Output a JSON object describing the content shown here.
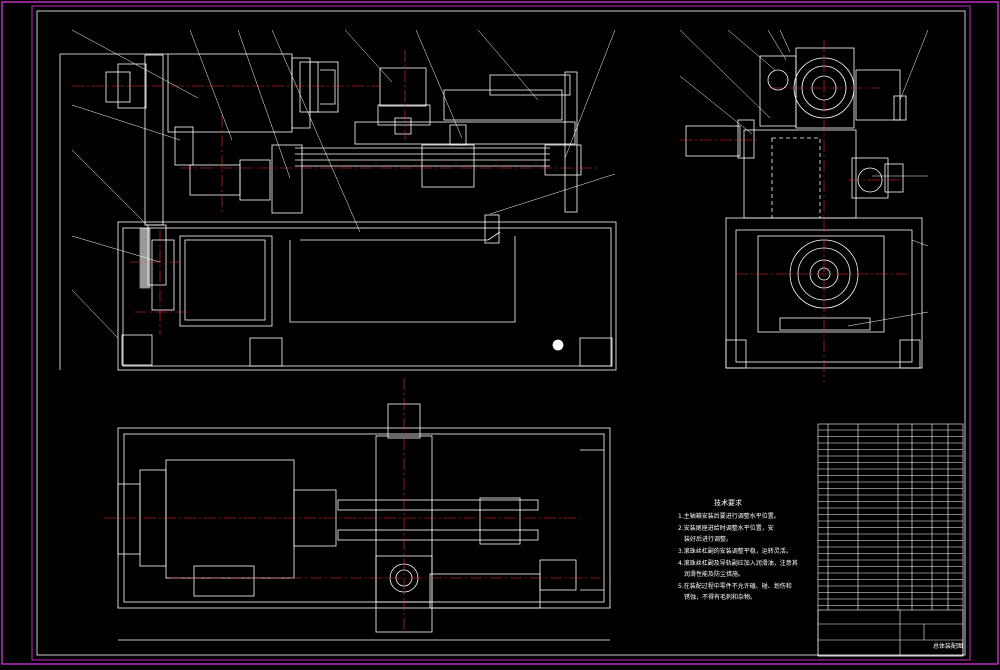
{
  "drawing": {
    "background": "#000000",
    "line_color": "#ffffff",
    "center_color": "#ff2a2a",
    "frame_color": "#c02cc0",
    "notes": {
      "title": "技术要求",
      "lines": [
        "1.主轴箱安装后要进行调整水平位置。",
        "2.安装尾座进给时调整水平位置，安",
        "装好后进行调整。",
        "3.滚珠丝杠副的安装调整平稳，运转灵活。",
        "4.滚珠丝杠副及导轨副应加入润滑油，注意其",
        "润滑性能及防尘措施。",
        "5.在装配过程中零件不允许磕、碰、划伤和",
        "锈蚀，不得有毛刺和杂物。"
      ]
    },
    "title_block": {
      "name": "总体装配图"
    }
  }
}
